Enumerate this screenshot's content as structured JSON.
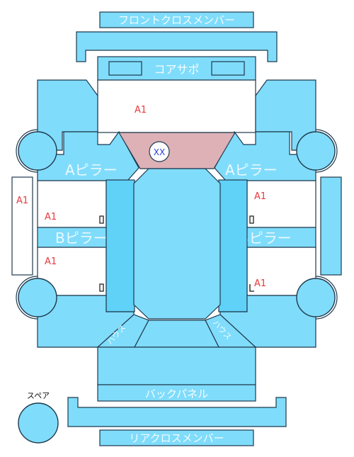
{
  "labels": {
    "front_cross_member": "フロントクロスメンバー",
    "core_support": "コアサポ",
    "a_pillar_left": "Aピラー",
    "a_pillar_right": "Aピラー",
    "b_pillar_left": "Bピラー",
    "b_pillar_right": "Bピラー",
    "back_panel": "バックパネル",
    "rear_cross_member": "リアクロスメンバー",
    "spare": "スペア",
    "house_left": "ハウス",
    "house_right": "ハウス"
  },
  "damage_marks": {
    "marker_code": "XX",
    "hood": "A1",
    "left_outer_side": "A1",
    "left_front_door": "A1",
    "left_rear_door": "A1",
    "right_front_door": "A1",
    "right_rear_door": "A1"
  },
  "colors": {
    "panel": "#80dcfb",
    "panel_dark": "#60d1f7",
    "outline": "#1e3a4e",
    "windshield": "#ddb1b6",
    "damage_text": "#e8393b",
    "marker_text": "#2a3bd8"
  }
}
